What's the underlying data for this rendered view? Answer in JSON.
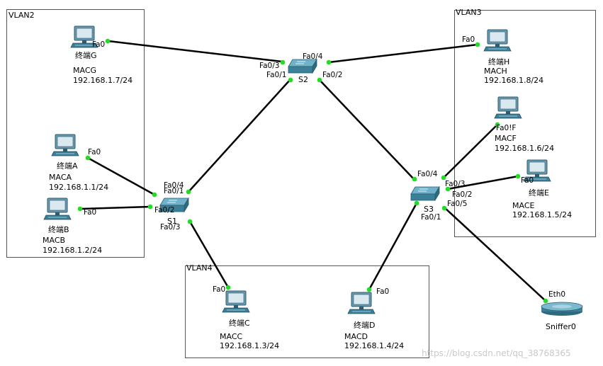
{
  "vlans": [
    {
      "label": "VLAN2"
    },
    {
      "label": "VLAN3"
    },
    {
      "label": "VLAN4"
    }
  ],
  "switches": [
    {
      "name": "S2"
    },
    {
      "name": "S1"
    },
    {
      "name": "S3"
    }
  ],
  "pcs": [
    {
      "name": "终端G",
      "mac": "MACG",
      "ip": "192.168.1.7/24"
    },
    {
      "name": "终端A",
      "mac": "MACA",
      "ip": "192.168.1.1/24"
    },
    {
      "name": "终端B",
      "mac": "MACB",
      "ip": "192.168.1.2/24"
    },
    {
      "name": "终端H",
      "mac": "MACH",
      "ip": "192.168.1.8/24"
    },
    {
      "name": "",
      "mac": "MACF",
      "ip": "192.168.1.6/24"
    },
    {
      "name": "终端E",
      "mac": "MACE",
      "ip": "192.168.1.5/24"
    },
    {
      "name": "终端C",
      "mac": "MACC",
      "ip": "192.168.1.3/24"
    },
    {
      "name": "终端D",
      "mac": "MACD",
      "ip": "192.168.1.4/24"
    }
  ],
  "sniffer": {
    "name": "Sniffer0"
  },
  "ports": {
    "g_fa0": "Fa0",
    "s2_fa03": "Fa0/3",
    "s2_fa04": "Fa0/4",
    "s2_fa01": "Fa0/1",
    "s2_fa02": "Fa0/2",
    "h_fa0": "Fa0",
    "a_fa0": "Fa0",
    "s1_fa01": "Fa0/1",
    "s1_fa04": "Fa0/4",
    "s1_fa02": "Fa0/2",
    "s1_fa03": "Fa0/3",
    "b_fa0": "Fa0",
    "f_fa0": "Fa0!F",
    "s3_fa04": "Fa0/4",
    "s3_fa03": "Fa0/3",
    "s3_fa02": "Fa0/2",
    "s3_fa05": "Fa0/5",
    "s3_fa01": "Fa0/1",
    "e_fa0": "Fa0",
    "c_fa0": "Fa0",
    "d_fa0": "Fa0",
    "sniffer_eth0": "Eth0"
  },
  "watermark": "https://blog.csdn.net/qq_38768365",
  "colors": {
    "link": "#000000",
    "port_dot": "#22dd22",
    "box": "#555555",
    "switch": "#4a8fa8",
    "pc": "#3b7f99"
  }
}
